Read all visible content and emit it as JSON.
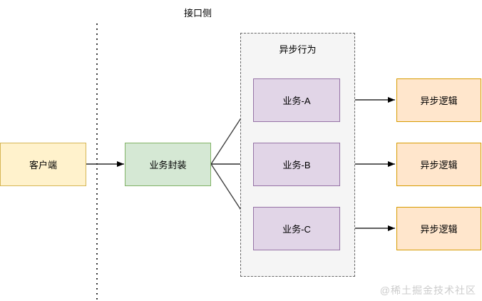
{
  "labels": {
    "interface_side": "接口侧",
    "watermark": "@稀土掘金技术社区"
  },
  "nodes": {
    "client": {
      "label": "客户端"
    },
    "wrapper": {
      "label": "业务封装"
    },
    "group_title": "异步行为",
    "services": [
      {
        "label": "业务-A"
      },
      {
        "label": "业务-B"
      },
      {
        "label": "业务-C"
      }
    ],
    "logics": [
      {
        "label": "异步逻辑"
      },
      {
        "label": "异步逻辑"
      },
      {
        "label": "异步逻辑"
      }
    ]
  },
  "colors": {
    "client_fill": "#FFF2CC",
    "client_stroke": "#D6B656",
    "wrapper_fill": "#D5E8D4",
    "wrapper_stroke": "#82B366",
    "service_fill": "#E1D5E7",
    "service_stroke": "#9673A6",
    "logic_fill": "#FFE6CC",
    "logic_stroke": "#D79B00",
    "group_fill": "#F5F5F5",
    "group_stroke": "#666666",
    "arrow": "#000000",
    "arrow_diagonal": "#404040",
    "watermark_color": "#CCCCCC"
  }
}
